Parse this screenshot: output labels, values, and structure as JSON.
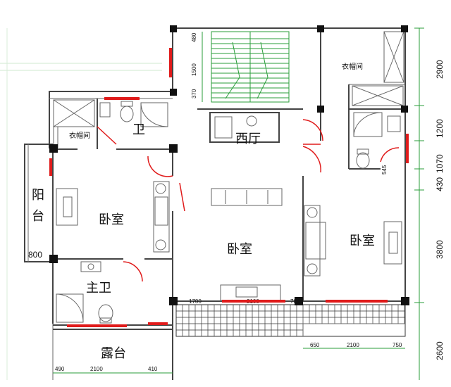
{
  "rooms": {
    "west_hall": "西厅",
    "wardrobe_top": "衣帽间",
    "wardrobe_left": "衣帽间",
    "bath_small": "卫",
    "bedroom_left": "卧室",
    "bedroom_center": "卧室",
    "bedroom_right": "卧室",
    "balcony_yang": "阳",
    "balcony_tai": "台",
    "master_bath": "主卫",
    "terrace": "露台"
  },
  "dimensions": {
    "right": [
      "2900",
      "1200",
      "1070",
      "430",
      "3800",
      "2600"
    ],
    "stairs": [
      "480",
      "1500",
      "370"
    ],
    "balcony_bottom": "800",
    "wall_bottom": [
      "1700",
      "2100",
      "700"
    ],
    "right_bottom": [
      "650",
      "2100",
      "750"
    ],
    "terrace_bottom": [
      "490",
      "2100",
      "410"
    ],
    "small": "545"
  },
  "colors": {
    "wall": "#444444",
    "window": "#e01b1b",
    "stairs": "#2a9d3a",
    "dimension_lines": "#2a9d3a"
  }
}
